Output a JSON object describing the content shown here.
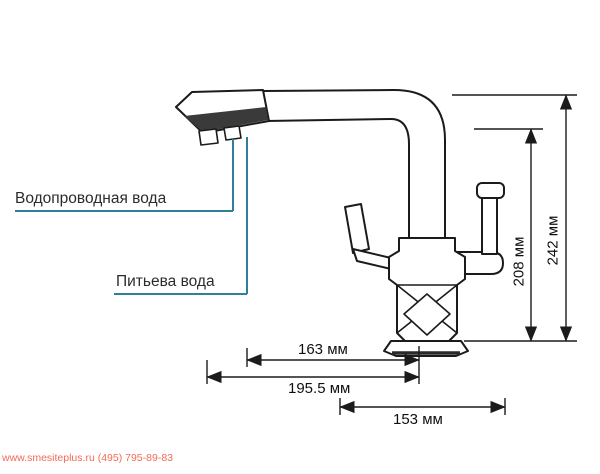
{
  "labels": {
    "tap_water": "Водопроводная вода",
    "drinking_water": "Питьева вода"
  },
  "dimensions": {
    "dim_163": "163 мм",
    "dim_195_5": "195.5 мм",
    "dim_153": "153 мм",
    "dim_208": "208 мм",
    "dim_242": "242 мм"
  },
  "watermark": "www.smesiteplus.ru (495) 795-89-83",
  "colors": {
    "callout_line": "#2f7e9d",
    "drawing_line": "#1b1b1b",
    "watermark": "#f25a45",
    "background": "#ffffff"
  }
}
